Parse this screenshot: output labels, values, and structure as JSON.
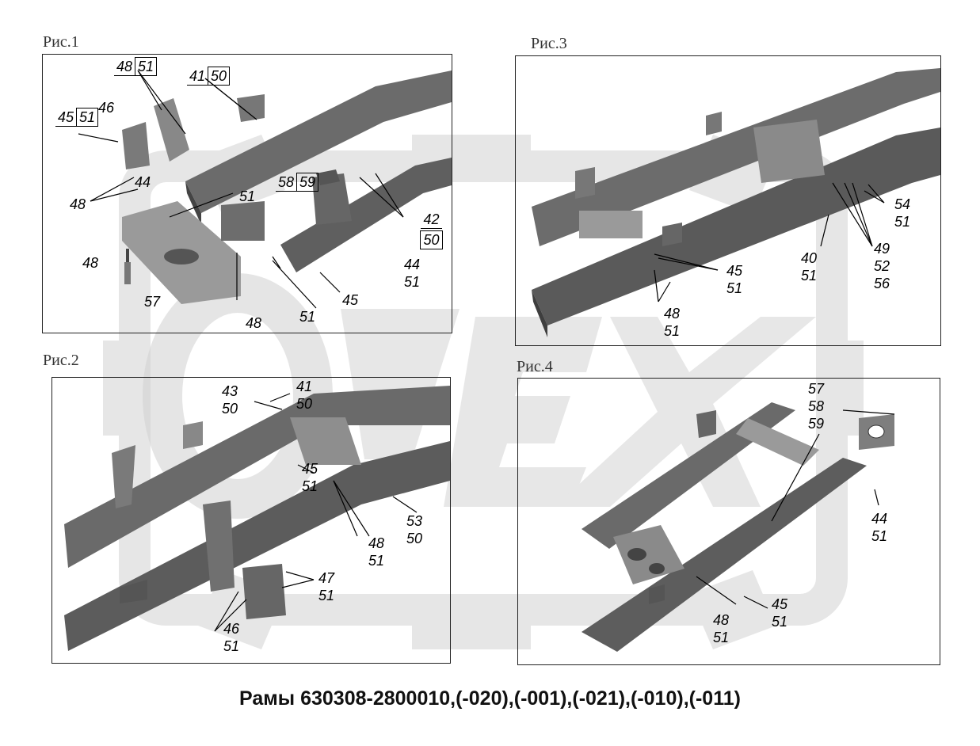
{
  "title": "Рамы 630308-2800010,(-020),(-001),(-021),(-010),(-011)",
  "figures": {
    "fig1": {
      "caption": "Рис.1",
      "callouts": {
        "c48_51": [
          "48",
          "51"
        ],
        "c41_50": [
          "41",
          "50"
        ],
        "c45_51": [
          "45",
          "51"
        ],
        "c46": "46",
        "c44a": "44",
        "c48a": "48",
        "c51a": "51",
        "c58_59": [
          "58",
          "59"
        ],
        "c42_50": [
          "42",
          "50"
        ],
        "c48b": "48",
        "c44_51": [
          "44",
          "51"
        ],
        "c57": "57",
        "c45": "45",
        "c51b": "51",
        "c48c": "48"
      }
    },
    "fig2": {
      "caption": "Рис.2",
      "callouts": {
        "c43_50": [
          "43",
          "50"
        ],
        "c41_50": [
          "41",
          "50"
        ],
        "c45_51": [
          "45",
          "51"
        ],
        "c53_50": [
          "53",
          "50"
        ],
        "c48_51": [
          "48",
          "51"
        ],
        "c47_51": [
          "47",
          "51"
        ],
        "c46_51": [
          "46",
          "51"
        ]
      }
    },
    "fig3": {
      "caption": "Рис.3",
      "callouts": {
        "c54_51": [
          "54",
          "51"
        ],
        "c49": [
          "49",
          "52",
          "56"
        ],
        "c40_51": [
          "40",
          "51"
        ],
        "c45_51": [
          "45",
          "51"
        ],
        "c48_51": [
          "48",
          "51"
        ]
      }
    },
    "fig4": {
      "caption": "Рис.4",
      "callouts": {
        "c57": [
          "57",
          "58",
          "59"
        ],
        "c44_51": [
          "44",
          "51"
        ],
        "c45_51": [
          "45",
          "51"
        ],
        "c48_51": [
          "48",
          "51"
        ]
      }
    }
  },
  "colors": {
    "frame": "#5a5a5a",
    "frame_light": "#8a8a8a",
    "watermark": "#e4e4e4"
  }
}
